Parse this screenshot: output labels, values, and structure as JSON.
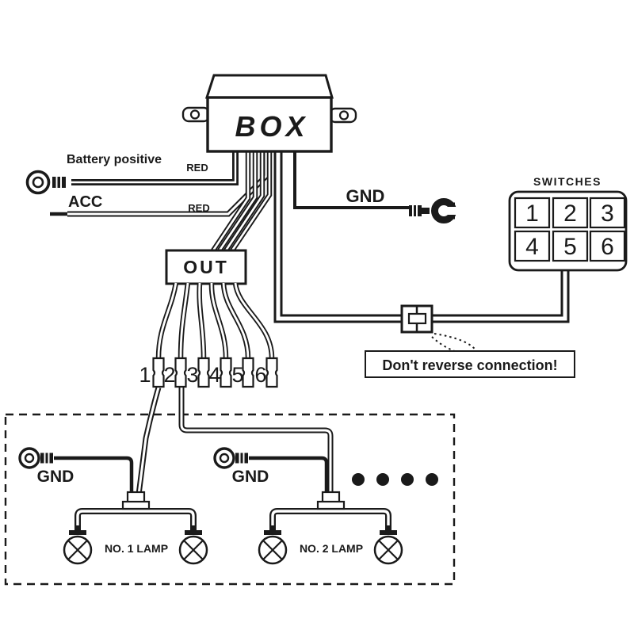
{
  "colors": {
    "line": "#1a1a1a",
    "box_red": "#c0101a",
    "background": "#ffffff"
  },
  "box": {
    "label": "BOX"
  },
  "battery": {
    "label": "Battery positive",
    "color_label": "RED"
  },
  "acc": {
    "label": "ACC",
    "color_label": "RED"
  },
  "ground": {
    "label": "GND"
  },
  "switches": {
    "title": "SWITCHES",
    "buttons": [
      "1",
      "2",
      "3",
      "4",
      "5",
      "6"
    ]
  },
  "out": {
    "label": "OUT",
    "numbers": [
      "1",
      "2",
      "3",
      "4",
      "5",
      "6"
    ]
  },
  "note": {
    "text": "Don't reverse connection!"
  },
  "lamps": {
    "lamp1": {
      "gnd": "GND",
      "label": "NO. 1  LAMP"
    },
    "lamp2": {
      "gnd": "GND",
      "label": "NO. 2  LAMP"
    }
  }
}
